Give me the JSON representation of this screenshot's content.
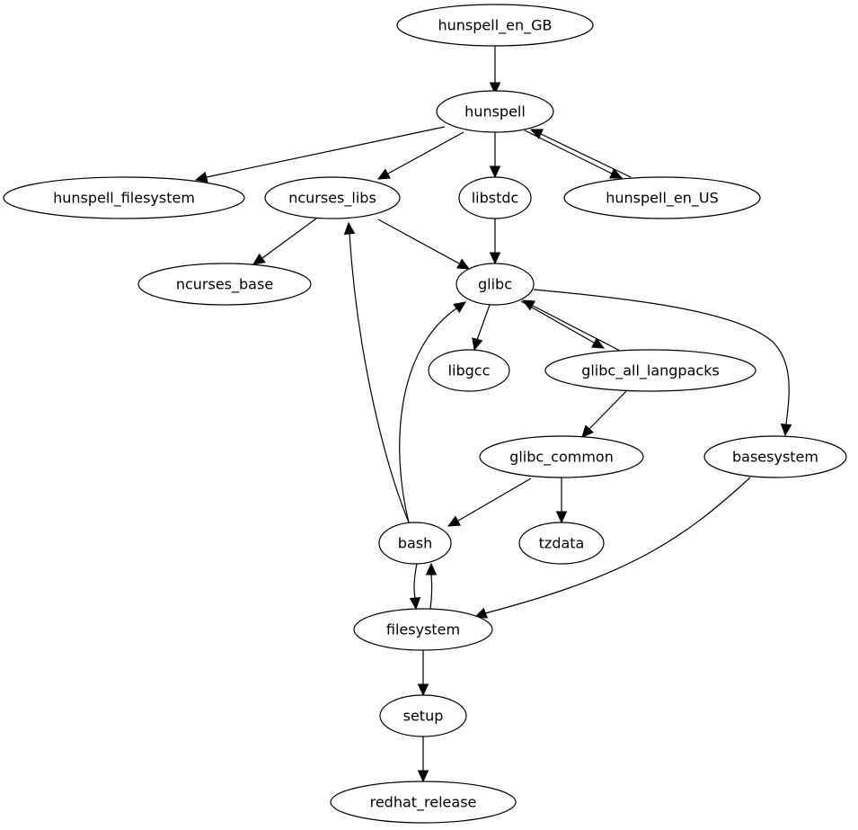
{
  "graph": {
    "type": "directed-dependency-graph",
    "nodes": [
      {
        "id": "hunspell_en_GB",
        "label": "hunspell_en_GB"
      },
      {
        "id": "hunspell",
        "label": "hunspell"
      },
      {
        "id": "hunspell_filesystem",
        "label": "hunspell_filesystem"
      },
      {
        "id": "ncurses_libs",
        "label": "ncurses_libs"
      },
      {
        "id": "libstdc",
        "label": "libstdc"
      },
      {
        "id": "hunspell_en_US",
        "label": "hunspell_en_US"
      },
      {
        "id": "ncurses_base",
        "label": "ncurses_base"
      },
      {
        "id": "glibc",
        "label": "glibc"
      },
      {
        "id": "libgcc",
        "label": "libgcc"
      },
      {
        "id": "glibc_all_langpacks",
        "label": "glibc_all_langpacks"
      },
      {
        "id": "glibc_common",
        "label": "glibc_common"
      },
      {
        "id": "basesystem",
        "label": "basesystem"
      },
      {
        "id": "bash",
        "label": "bash"
      },
      {
        "id": "tzdata",
        "label": "tzdata"
      },
      {
        "id": "filesystem",
        "label": "filesystem"
      },
      {
        "id": "setup",
        "label": "setup"
      },
      {
        "id": "redhat_release",
        "label": "redhat_release"
      }
    ],
    "edges": [
      {
        "from": "hunspell_en_GB",
        "to": "hunspell"
      },
      {
        "from": "hunspell",
        "to": "hunspell_filesystem"
      },
      {
        "from": "hunspell",
        "to": "ncurses_libs"
      },
      {
        "from": "hunspell",
        "to": "libstdc"
      },
      {
        "from": "hunspell",
        "to": "hunspell_en_US"
      },
      {
        "from": "hunspell_en_US",
        "to": "hunspell"
      },
      {
        "from": "ncurses_libs",
        "to": "ncurses_base"
      },
      {
        "from": "ncurses_libs",
        "to": "glibc"
      },
      {
        "from": "libstdc",
        "to": "glibc"
      },
      {
        "from": "glibc",
        "to": "libgcc"
      },
      {
        "from": "glibc",
        "to": "glibc_all_langpacks"
      },
      {
        "from": "glibc_all_langpacks",
        "to": "glibc"
      },
      {
        "from": "glibc",
        "to": "basesystem"
      },
      {
        "from": "glibc_all_langpacks",
        "to": "glibc_common"
      },
      {
        "from": "glibc_common",
        "to": "bash"
      },
      {
        "from": "glibc_common",
        "to": "tzdata"
      },
      {
        "from": "bash",
        "to": "ncurses_libs"
      },
      {
        "from": "bash",
        "to": "glibc"
      },
      {
        "from": "bash",
        "to": "filesystem"
      },
      {
        "from": "filesystem",
        "to": "bash"
      },
      {
        "from": "basesystem",
        "to": "filesystem"
      },
      {
        "from": "filesystem",
        "to": "setup"
      },
      {
        "from": "setup",
        "to": "redhat_release"
      }
    ]
  }
}
